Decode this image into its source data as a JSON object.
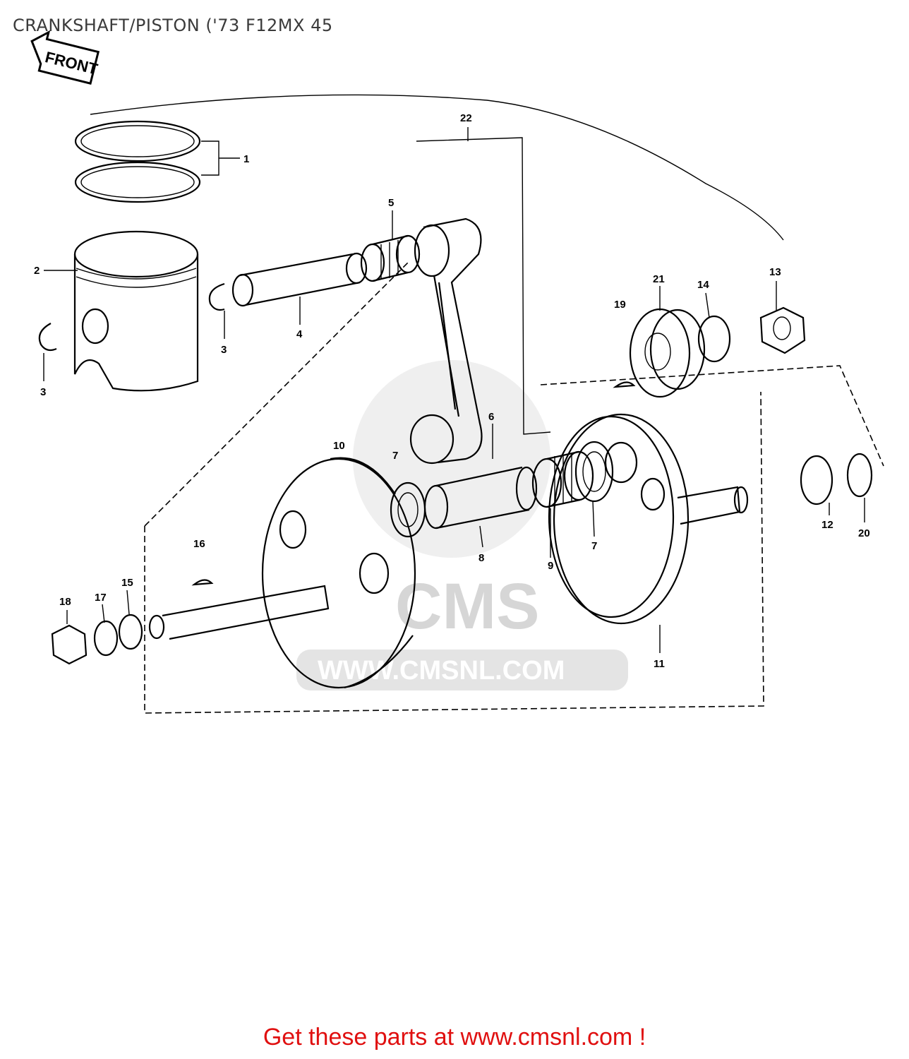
{
  "title": "CRANKSHAFT/PISTON  ('73 F12MX 45",
  "front_label": "FRONT",
  "watermark": {
    "logo": "CMS",
    "url": "WWW.CMSNL.COM"
  },
  "callouts": {
    "c1": "1",
    "c2": "2",
    "c3a": "3",
    "c3b": "3",
    "c4": "4",
    "c5": "5",
    "c6": "6",
    "c7a": "7",
    "c7b": "7",
    "c8": "8",
    "c9": "9",
    "c10": "10",
    "c11": "11",
    "c12": "12",
    "c13": "13",
    "c14": "14",
    "c15": "15",
    "c16": "16",
    "c17": "17",
    "c18": "18",
    "c19": "19",
    "c20": "20",
    "c21": "21",
    "c22": "22"
  },
  "footer": {
    "text": "Get these parts at www.cmsnl.com !"
  },
  "colors": {
    "footer": "#e01010",
    "title": "#3a3a3a",
    "watermark": "#dcdcdc"
  }
}
